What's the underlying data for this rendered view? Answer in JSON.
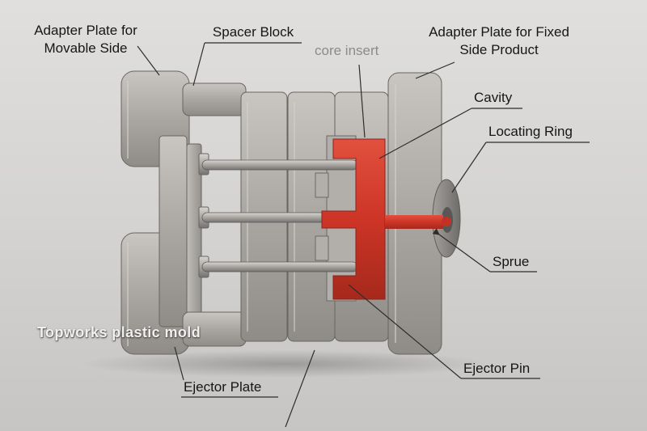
{
  "diagram": {
    "subject": "injection-mold-cross-section",
    "watermark": {
      "text": "Topworks plastic mold"
    },
    "labels": {
      "adapter_plate_movable": "Adapter Plate for Movable Side",
      "spacer_block": "Spacer Block",
      "core_insert": "core insert",
      "adapter_plate_fixed": "Adapter Plate for Fixed Side Product",
      "cavity": "Cavity",
      "locating_ring": "Locating Ring",
      "sprue": "Sprue",
      "ejector_pin": "Ejector Pin",
      "ejector_plate": "Ejector Plate"
    },
    "colors": {
      "highlight_red": "#cd3526",
      "metal_gray": "#aaa7a3",
      "background": "#d4d3d1",
      "label_text": "#161616",
      "muted_label": "#8d8b89",
      "leader_line": "#2e2d2b"
    }
  }
}
